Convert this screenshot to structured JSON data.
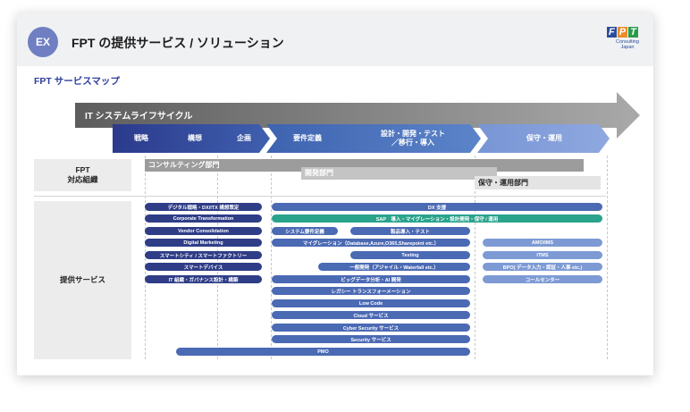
{
  "header": {
    "badge": "EX",
    "title": "FPT の提供サービス / ソリューション"
  },
  "logo": {
    "letters": [
      "F",
      "P",
      "T"
    ],
    "colors": [
      "#2d4d9a",
      "#e98c2a",
      "#2b9b4b"
    ],
    "line1": "Consulting",
    "line2": "Japan"
  },
  "section_title": "FPT サービスマップ",
  "lifecycle_title": "IT システムライフサイクル",
  "phases": [
    "戦略",
    "構想",
    "企画",
    "要件定義",
    "設計・開発・テスト",
    "／移行・導入",
    "保守・運用"
  ],
  "org": {
    "label_line1": "FPT",
    "label_line2": "対応組織",
    "consulting": "コンサルティング部門",
    "development": "開発部門",
    "maintenance": "保守・運用部門"
  },
  "services_label": "提供サービス",
  "services_left": [
    "デジタル戦略・DX/ITX 構想策定",
    "Corporate Transformation",
    "Vendor Consolidation",
    "Digital Marketing",
    "スマートシティ / スマートファクトリー",
    "スマートデバイス",
    "IT 組織・ガバナンス設計・構築"
  ],
  "services_center": {
    "dx": "DX 支援",
    "sap": "SAP　導入・マイグレーション・設計開発・保守 / 運用",
    "sys_req": "システム要件定義",
    "product_intro": "製品導入・テスト",
    "migration": "マイグレーション（Database,Azure,O365,Sharepoint etc.）",
    "testing": "Testing",
    "dev": "一般開発（アジャイル・Waterfall etc.）",
    "bigdata": "ビッグデータ分析・AI 開発",
    "legacy": "レガシー トランスフォーメーション",
    "lowcode": "Low Code",
    "cloud": "Cloud サービス",
    "cyber": "Cyber Security サービス",
    "security": "Security サービス",
    "pmo": "PMO"
  },
  "services_right": [
    "AMO/IMS",
    "ITMS",
    "BPO( データ入力・認証・人事 etc.)",
    "コールセンター"
  ]
}
